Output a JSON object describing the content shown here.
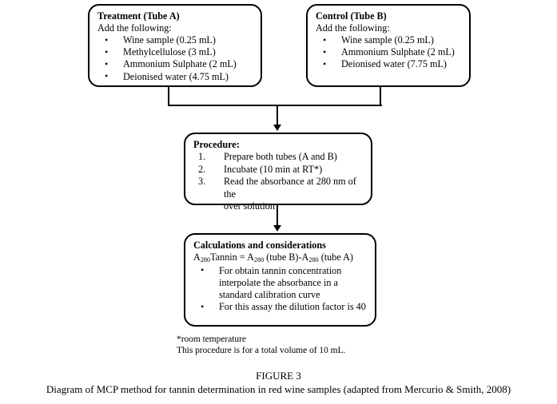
{
  "figure": {
    "label": "FIGURE 3",
    "caption": "Diagram of MCP method for tannin determination in red wine samples (adapted from Mercurio & Smith, 2008)"
  },
  "boxes": {
    "treatment": {
      "title": "Treatment (Tube A)",
      "subtitle": "Add the following:",
      "items": [
        "Wine sample (0.25 mL)",
        "Methylcellulose (3 mL)",
        "Ammonium Sulphate (2 mL)",
        "Deionised water (4.75 mL)"
      ]
    },
    "control": {
      "title": "Control (Tube B)",
      "subtitle": "Add the following:",
      "items": [
        "Wine sample (0.25 mL)",
        "Ammonium Sulphate (2 mL)",
        "Deionised water (7.75 mL)"
      ]
    },
    "procedure": {
      "title": "Procedure:",
      "steps": [
        {
          "num": "1.",
          "text": "Prepare both tubes (A and B)"
        },
        {
          "num": "2.",
          "text": "Incubate (10 min at RT*)"
        },
        {
          "num": "3.",
          "text": "Read the absorbance at 280 nm of the"
        }
      ],
      "step3_continuation": "over solution"
    },
    "calculations": {
      "title": "Calculations and considerations",
      "formula": {
        "lead_symbol": "A",
        "lead_subscript": "280",
        "lead_word": "Tannin",
        "equals": " = ",
        "term1_symbol": "A",
        "term1_subscript": "280",
        "term1_label": " (tube B)",
        "minus": "-",
        "term2_symbol": "A",
        "term2_subscript": "280",
        "term2_label": " (tube A)"
      },
      "items": [
        "For obtain tannin concentration",
        "interpolate  the absorbance in a",
        "standard calibration curve",
        "For this assay the dilution factor is 40"
      ]
    }
  },
  "footnotes": {
    "line1": "*room temperature",
    "line2": "This procedure is for a total volume of 10 mL."
  },
  "colors": {
    "stroke": "#000000",
    "background": "#ffffff",
    "text": "#000000"
  }
}
